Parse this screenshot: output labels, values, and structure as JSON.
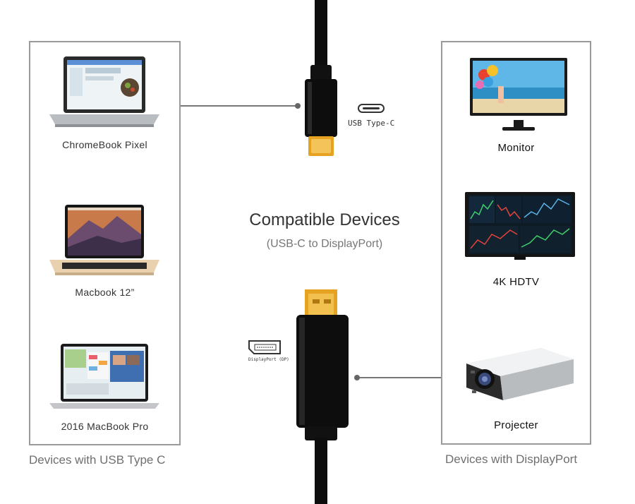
{
  "title": "Compatible Devices",
  "subtitle": "(USB-C to DisplayPort)",
  "left_group": {
    "caption": "Devices with USB Type C",
    "devices": [
      {
        "label": "ChromeBook Pixel",
        "icon": "laptop-icon"
      },
      {
        "label": "Macbook 12”",
        "icon": "laptop-icon"
      },
      {
        "label": "2016 MacBook Pro",
        "icon": "laptop-icon"
      }
    ]
  },
  "right_group": {
    "caption": "Devices with DisplayPort",
    "devices": [
      {
        "label": "Monitor",
        "icon": "monitor-icon"
      },
      {
        "label": "4K HDTV",
        "icon": "tv-icon"
      },
      {
        "label": "Projecter",
        "icon": "projector-icon"
      }
    ]
  },
  "ports": {
    "usb_c_label": "USB Type-C",
    "displayport_label": "DisplayPort (DP)"
  },
  "colors": {
    "cable": "#0d0d0d",
    "gold": "#e6a321",
    "border": "#9a9a9a",
    "connector_line": "#777777"
  }
}
